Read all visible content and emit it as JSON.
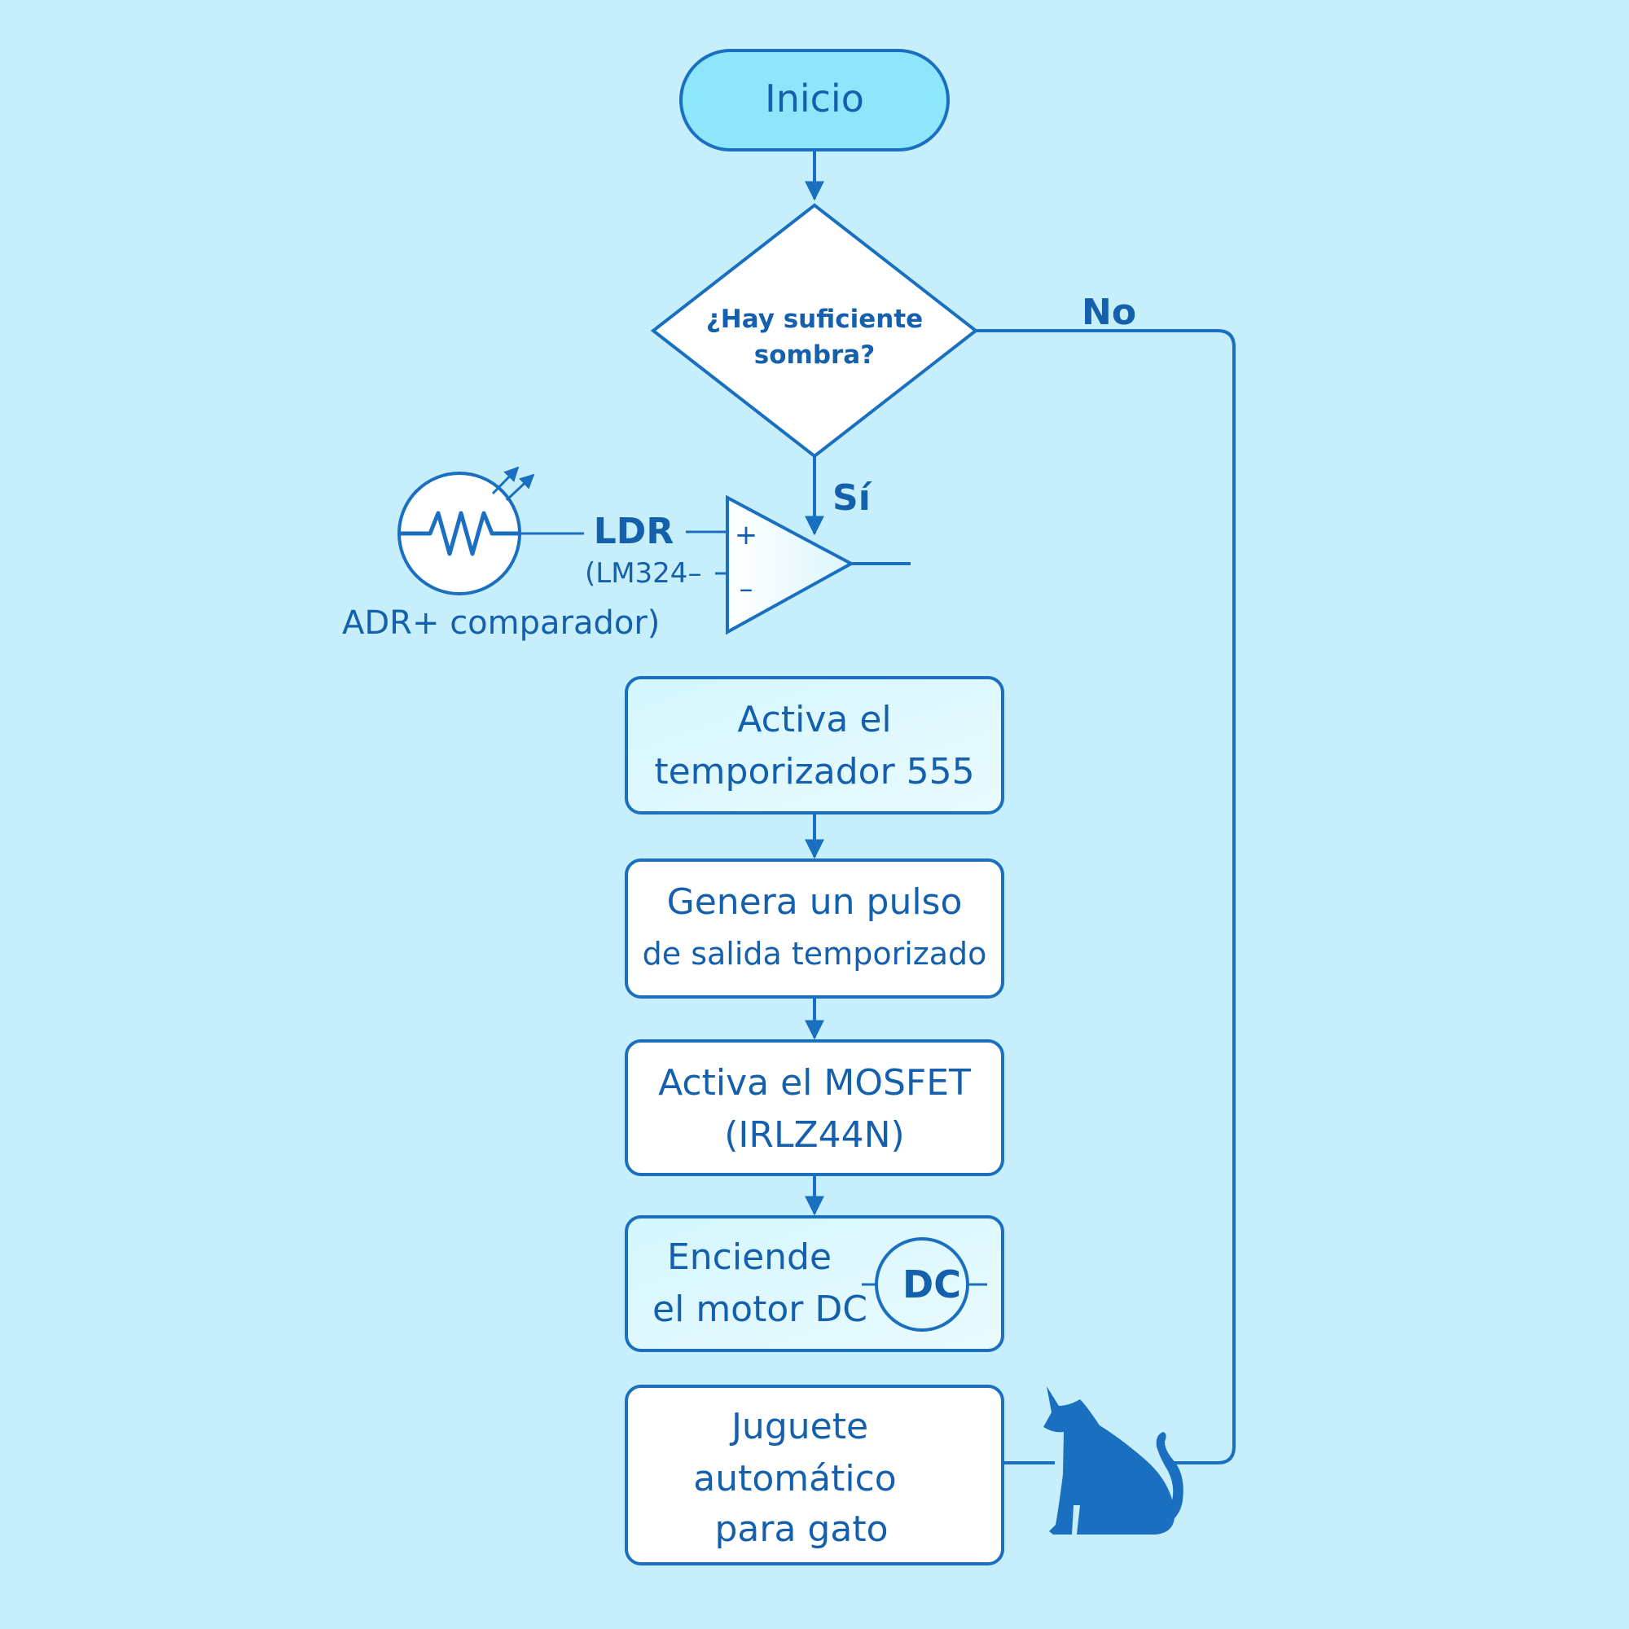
{
  "colors": {
    "background": "#c7eefb",
    "stroke": "#1a6fc0",
    "text": "#1560ad",
    "start_fill": "#8ee6fb",
    "box_fill": "#ffffff",
    "box_fill_tint": "#d3f6fd",
    "cat": "#1a6fc0"
  },
  "nodes": {
    "start": {
      "label": "Inicio"
    },
    "decision": {
      "line1": "¿Hay suficiente",
      "line2": "sombra?"
    },
    "step1": {
      "line1": "Activa el",
      "line2": "temporizador 555"
    },
    "step2": {
      "line1": "Genera un pulso",
      "line2": "de salida temporizado"
    },
    "step3": {
      "line1": "Activa el MOSFET",
      "line2": "(IRLZ44N)"
    },
    "step4": {
      "line1": "Enciende",
      "line2": "el motor DC",
      "motor_label": "DC"
    },
    "end": {
      "line1": "Juguete",
      "line2": "automático",
      "line3": "para gato"
    }
  },
  "edges": {
    "yes_label": "Sí",
    "no_label": "No"
  },
  "sensor": {
    "ldr_label": "LDR",
    "note_line1": "(LM324–",
    "note_line2": "ADR+ comparador)",
    "plus_sign": "+",
    "minus_sign": "–"
  },
  "icons": [
    "ldr-photoresistor-icon",
    "op-amp-comparator-icon",
    "dc-motor-icon",
    "cat-icon"
  ]
}
